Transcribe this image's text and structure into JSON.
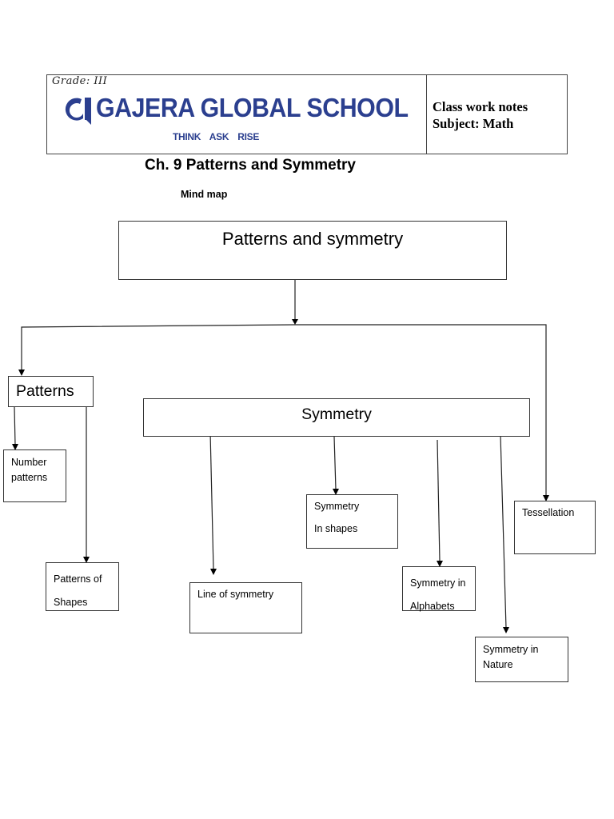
{
  "header": {
    "grade": "Grade: III",
    "school_name": "GAJERA GLOBAL SCHOOL",
    "tagline": "THINK ASK RISE",
    "class_notes": "Class work notes",
    "subject": "Subject: Math",
    "brand_color": "#2b3f8f"
  },
  "chapter_title": "Ch. 9 Patterns and Symmetry",
  "mind_map_label": "Mind map",
  "mind_map": {
    "root": "Patterns and symmetry",
    "patterns": {
      "label": "Patterns",
      "children": [
        "Number patterns",
        "Patterns of Shapes"
      ]
    },
    "symmetry": {
      "label": "Symmetry",
      "children": [
        "Line of symmetry",
        "Symmetry In shapes",
        "Symmetry in Alphabets",
        "Symmetry in Nature"
      ]
    },
    "tessellation": "Tessellation",
    "nodes": {
      "number_patterns": [
        "Number",
        "patterns"
      ],
      "patterns_of_shapes": [
        "Patterns of",
        "Shapes"
      ],
      "line_of_symmetry": [
        "Line of symmetry"
      ],
      "symmetry_in_shapes": [
        "Symmetry",
        "In shapes"
      ],
      "symmetry_in_alphabets": [
        "Symmetry in",
        "Alphabets"
      ],
      "symmetry_in_nature": [
        "Symmetry in",
        "Nature"
      ],
      "tessellation": [
        "Tessellation"
      ]
    }
  }
}
